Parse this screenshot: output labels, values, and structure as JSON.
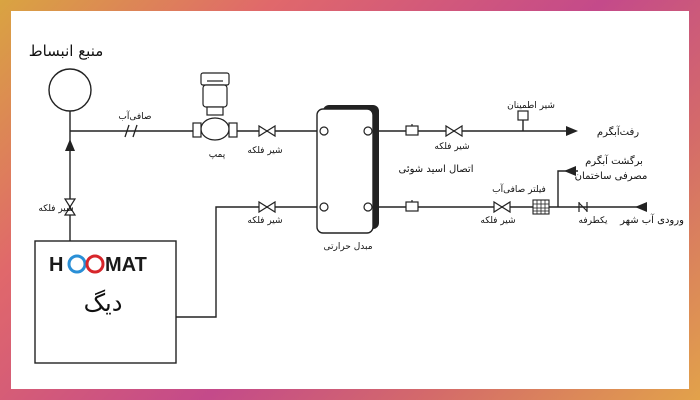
{
  "labels": {
    "expansion_tank": "منبع انبساط",
    "strainer": "صافی‌آب",
    "pump": "پمپ",
    "gate_valve_top": "شیر فلکه",
    "gate_valve_left": "شیر فلکه",
    "gate_valve_bottom": "شیر فلکه",
    "gate_valve_right": "شیر فلکه",
    "gate_valve_mid": "شیر فلکه",
    "heat_exchanger": "مبدل حرارتی",
    "safety_valve": "شیر اطمینان",
    "supply_out": "رفت‌آبگرم",
    "union": "اتصال اسید شوئی",
    "return_hot": "برگشت آبگرم",
    "building_usage": "مصرفی ساختمان",
    "filter": "فیلتر صافی‌آب",
    "check_valve": "یکطرفه",
    "city_inlet": "ورودی آب شهر",
    "boiler": "دیگ"
  },
  "brand": {
    "name_left": "H",
    "name_right": "MAT",
    "color_dark": "#1a1a1a",
    "color_blue": "#2a8fd6",
    "color_red": "#d7262b"
  }
}
